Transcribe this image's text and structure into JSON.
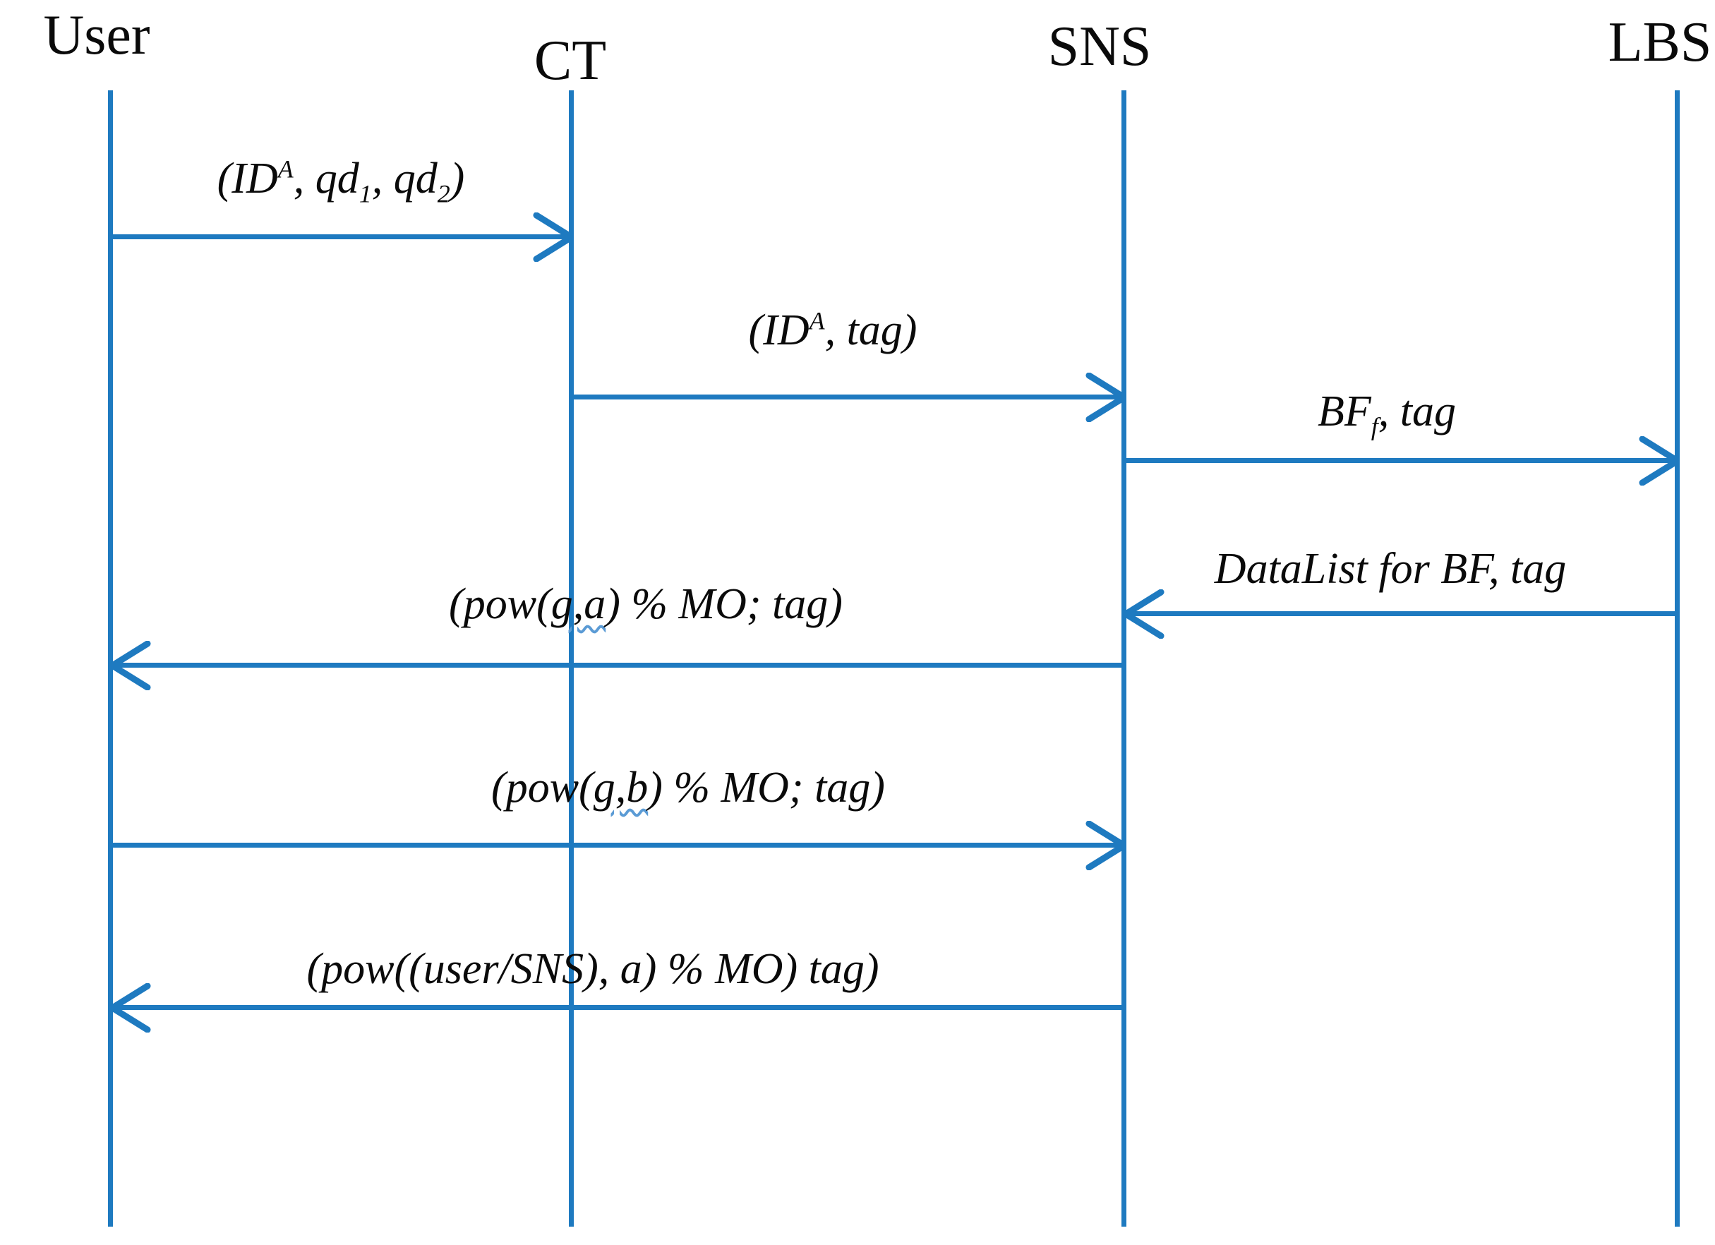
{
  "diagram": {
    "type": "sequence-diagram",
    "actors": [
      {
        "id": "user",
        "label": "User"
      },
      {
        "id": "ct",
        "label": "CT"
      },
      {
        "id": "sns",
        "label": "SNS"
      },
      {
        "id": "lbs",
        "label": "LBS"
      }
    ],
    "messages": [
      {
        "from": "User",
        "to": "CT",
        "direction": "right",
        "label_html": "(ID<sup>A</sup>, qd<sub>1</sub>, qd<sub>2</sub>)"
      },
      {
        "from": "CT",
        "to": "SNS",
        "direction": "right",
        "label_html": "(ID<sup>A</sup>, tag)"
      },
      {
        "from": "SNS",
        "to": "LBS",
        "direction": "right",
        "label_html": "BF<sub>f</sub>, tag"
      },
      {
        "from": "LBS",
        "to": "SNS",
        "direction": "left",
        "label_html": "DataList for BF, tag"
      },
      {
        "from": "SNS",
        "to": "User",
        "direction": "left",
        "label_html": "(pow(<u>g,a</u>) % MO; tag)"
      },
      {
        "from": "User",
        "to": "SNS",
        "direction": "right",
        "label_html": "(pow(<u>g,b</u>) % MO; tag)"
      },
      {
        "from": "SNS",
        "to": "User",
        "direction": "left",
        "label_html": "(pow((user/SNS), a) % MO) tag)"
      }
    ],
    "colors": {
      "line_blue": "#1e7ac0",
      "squiggle_blue": "#5b9bd5",
      "text_black": "#0a0a0a",
      "background": "#ffffff"
    }
  }
}
